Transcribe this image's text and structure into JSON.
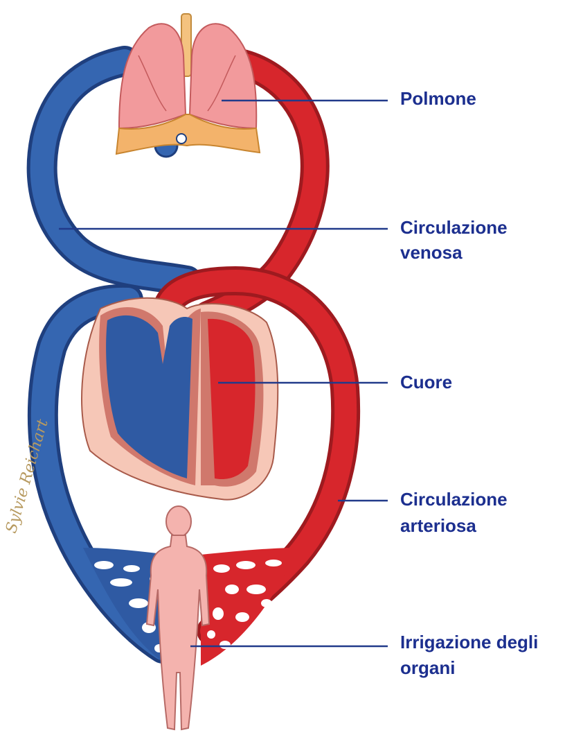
{
  "labels": {
    "lung": "Polmone",
    "venous_line1": "Circulazione",
    "venous_line2": "venosa",
    "heart": "Cuore",
    "arterial_line1": "Circulazione",
    "arterial_line2": "arteriosa",
    "organs_line1": "Irrigazione degli",
    "organs_line2": "organi"
  },
  "signature": "Sylvie Reichart",
  "colors": {
    "vein": "#2f5aa3",
    "artery": "#d7262c",
    "lung": "#f29a9c",
    "heart_wall": "#f6c7b7",
    "body": "#f4b3ae",
    "label_text": "#1c2f8f",
    "leader_line": "#213a8a"
  }
}
